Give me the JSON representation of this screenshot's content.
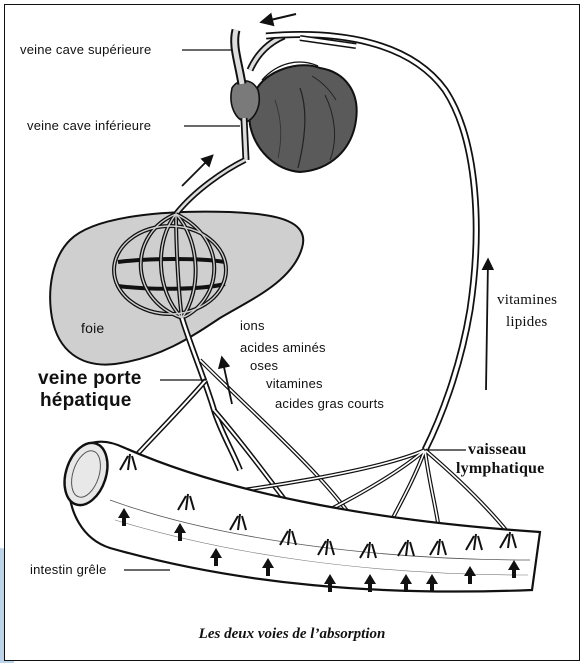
{
  "labels": {
    "sup": "veine cave supérieure",
    "inf": "veine cave inférieure",
    "foie": "foie",
    "portal_1": "veine porte",
    "portal_2": "hépatique",
    "portal_nutrients": [
      "ions",
      "acides aminés",
      "oses",
      "vitamines",
      "acides gras courts"
    ],
    "lymph_nutrients": [
      "vitamines",
      "lipides"
    ],
    "lymph_1": "vaisseau",
    "lymph_2": "lymphatique",
    "intestin": "intestin grêle"
  },
  "caption": "Les deux voies de l’absorption",
  "colors": {
    "ink": "#111111",
    "organ_fill": "#cfcfcf",
    "heart_fill": "#5a5a5a",
    "accent": "#bcd3ea"
  }
}
